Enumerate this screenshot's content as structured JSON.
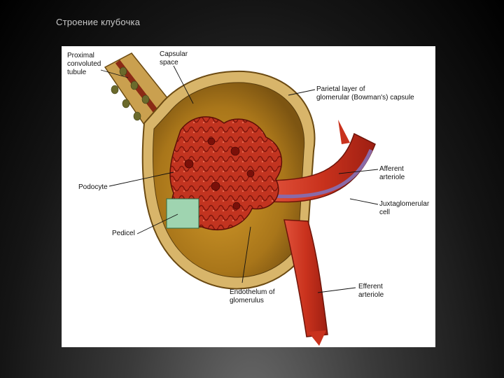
{
  "slide": {
    "title": "Строение клубочка"
  },
  "figure": {
    "labels": {
      "proximal_tubule": [
        "Proximal",
        "convoluted",
        "tubule"
      ],
      "capsular_space": [
        "Capsular",
        "space"
      ],
      "parietal_layer": [
        "Parietal layer of",
        "glomerular (Bowman's) capsule"
      ],
      "afferent_arteriole": [
        "Afferent",
        "arteriole"
      ],
      "juxtaglomerular_cell": [
        "Juxtaglomerular",
        "cell"
      ],
      "podocyte": [
        "Podocyte"
      ],
      "pedicel": [
        "Pedicel"
      ],
      "endothelium": [
        "Endothelum of",
        "glomerulus"
      ],
      "efferent_arteriole": [
        "Efferent",
        "arteriole"
      ]
    },
    "colors": {
      "capsule_wall": "#c79a4a",
      "capsule_interior": "#b8861e",
      "vessel": "#cf3a22",
      "glomerulus": "#b5281a",
      "pedicel_inset": "#9fd4b0"
    }
  }
}
